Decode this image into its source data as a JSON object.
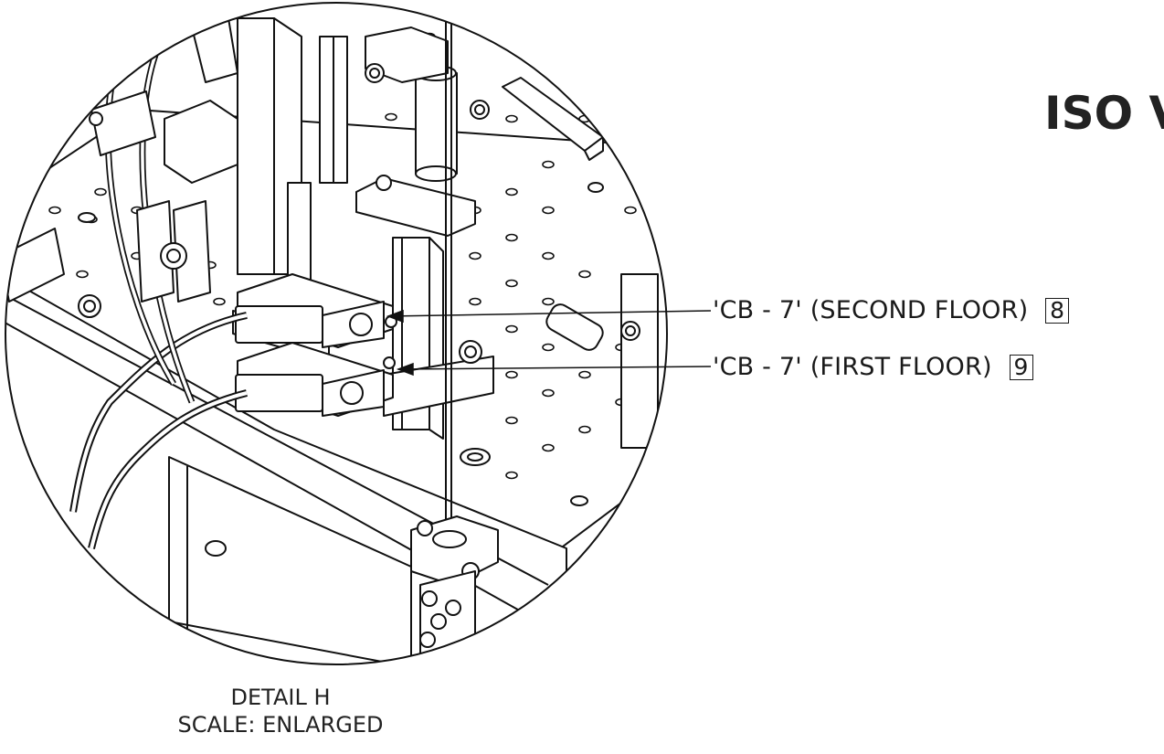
{
  "drawing": {
    "view_title": "ISO V",
    "detail": {
      "name": "DETAIL H",
      "scale": "SCALE: ENLARGED"
    },
    "callouts": [
      {
        "label": "'CB - 7' (SECOND FLOOR)",
        "item": "8"
      },
      {
        "label": "'CB - 7' (FIRST FLOOR)",
        "item": "9"
      }
    ]
  }
}
